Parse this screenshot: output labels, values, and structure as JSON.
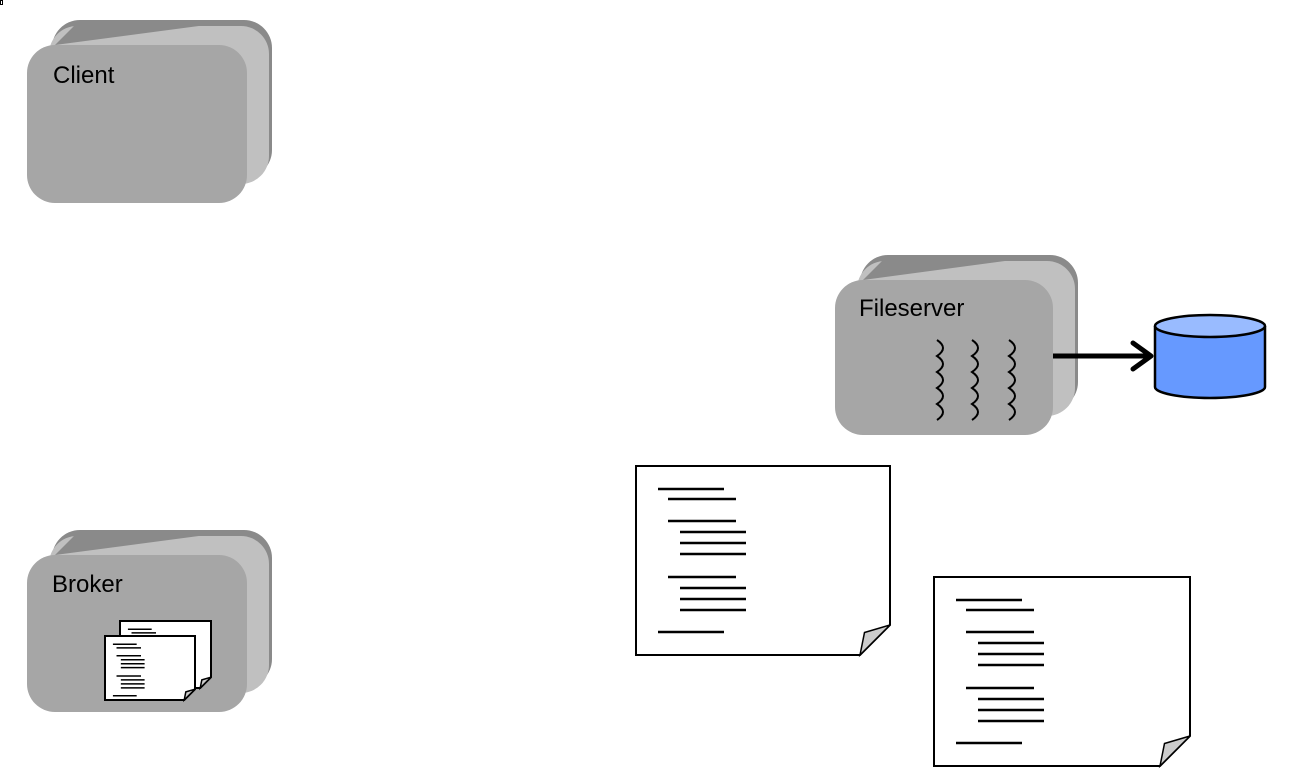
{
  "nodes": {
    "client": {
      "label": "Client"
    },
    "fileserver": {
      "label": "Fileserver"
    },
    "broker": {
      "label": "Broker"
    }
  },
  "colors": {
    "box_front": "#a6a6a6",
    "box_top": "#8a8a8a",
    "box_side": "#c0c0c0",
    "db_fill": "#6699ff",
    "db_top": "#99bbff"
  }
}
